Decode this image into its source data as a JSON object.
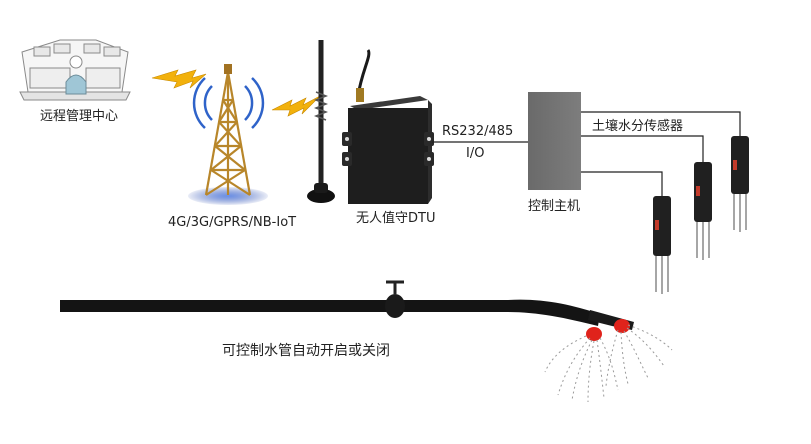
{
  "labels": {
    "remote_center": "远程管理中心",
    "network_types": "4G/3G/GPRS/NB-IoT",
    "dtu": "无人值守DTU",
    "link_protocol": "RS232/485",
    "link_io": "I/O",
    "controller": "控制主机",
    "soil_sensor": "土壤水分传感器",
    "valve_caption": "可控制水管自动开启或关闭"
  },
  "colors": {
    "controller_box": "#707070",
    "dtu_body": "#1e1e1e",
    "pipe": "#141414",
    "lightning": "#f2b10c",
    "tower": "#b8862a",
    "signal_waves": "#2f63c9",
    "sprinkler_head": "#e0231b"
  },
  "icons": {
    "center": "control-room-icon",
    "tower": "cell-tower-icon",
    "antenna": "antenna-icon",
    "dtu": "dtu-device-icon",
    "sensor": "soil-probe-icon",
    "valve": "valve-icon",
    "sprinkler": "sprinkler-icon"
  }
}
